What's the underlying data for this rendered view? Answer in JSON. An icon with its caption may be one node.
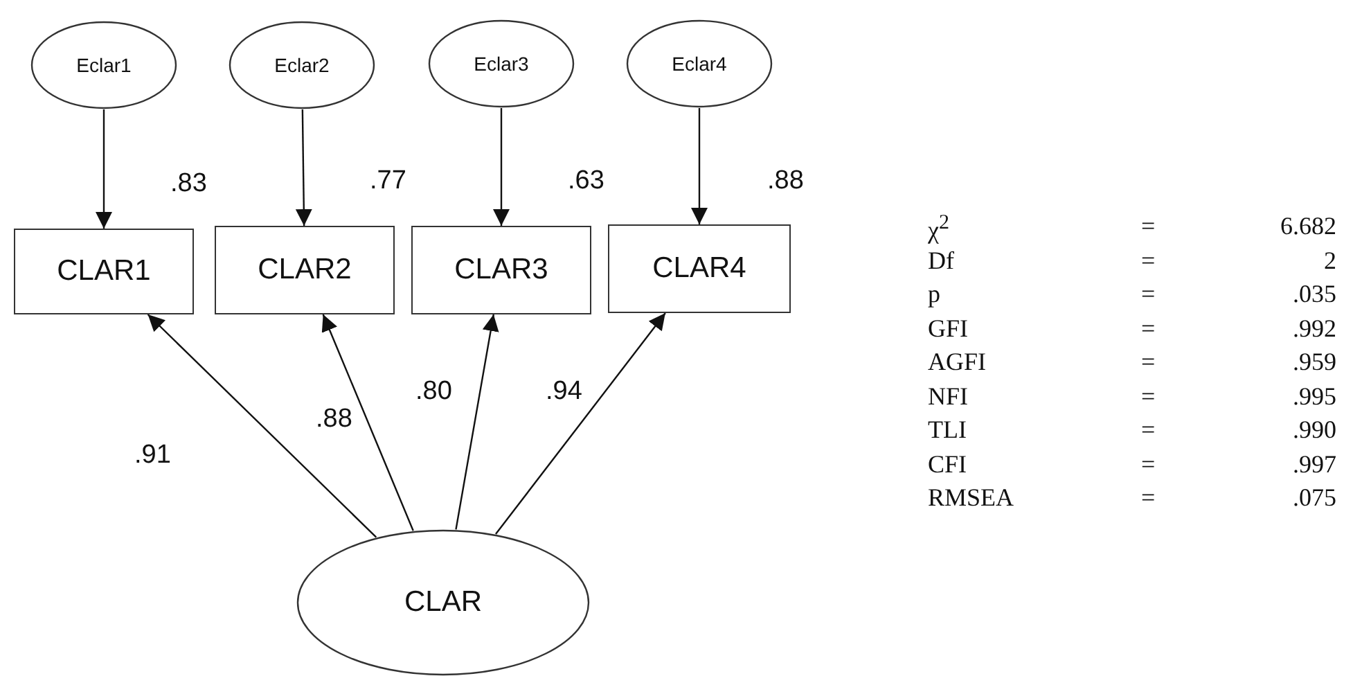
{
  "diagram": {
    "nodes": [
      {
        "text": [
          "Eclar1"
        ]
      },
      {
        "text": [
          "Eclar2"
        ]
      },
      {
        "text": [
          "Eclar3"
        ]
      },
      {
        "text": [
          "Eclar4"
        ]
      },
      {
        "text": [
          "CLAR1"
        ],
        "beside": [
          ".83"
        ]
      },
      {
        "text": [
          "CLAR2"
        ],
        "beside": [
          ".77"
        ]
      },
      {
        "text": [
          "CLAR3"
        ],
        "beside": [
          ".63"
        ]
      },
      {
        "text": [
          "CLAR4"
        ],
        "beside": [
          ".88"
        ]
      },
      {
        "text": [
          "CLAR"
        ]
      }
    ],
    "edges": [
      {
        "from": 0,
        "to": 4,
        "arrow": "to"
      },
      {
        "from": 1,
        "to": 5,
        "arrow": "to"
      },
      {
        "from": 2,
        "to": 6,
        "arrow": "to"
      },
      {
        "from": 3,
        "to": 7,
        "arrow": "to"
      },
      {
        "from": 8,
        "to": 4,
        "arrow": "to",
        "label": ".91"
      },
      {
        "from": 8,
        "to": 5,
        "arrow": "to",
        "label": ".88"
      },
      {
        "from": 8,
        "to": 6,
        "arrow": "to",
        "label": ".80"
      },
      {
        "from": 8,
        "to": 7,
        "arrow": "to",
        "label": ".94"
      }
    ],
    "labels": [
      "χ$^{2}$",
      "=",
      "6.682",
      "Df",
      "=",
      "2",
      "p",
      "=",
      ".035",
      "GFI",
      "=",
      ".992",
      "AGFI",
      "=",
      ".959",
      "NFI",
      "=",
      ".995",
      "TLI",
      "=",
      ".990",
      "CFI",
      "=",
      ".997",
      "RMSEA",
      "=",
      ".075"
    ]
  }
}
